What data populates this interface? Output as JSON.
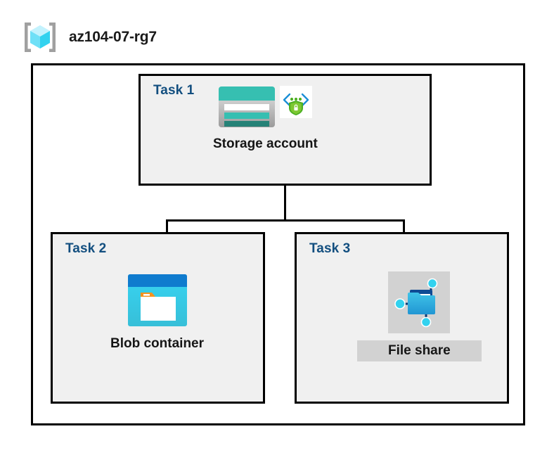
{
  "header": {
    "title": "az104-07-rg7",
    "icon": "resource-group-icon"
  },
  "diagram": {
    "type": "azure-architecture",
    "container": "resource-group",
    "tasks": [
      {
        "id": "task-1",
        "label": "Task 1",
        "node_caption": "Storage account",
        "icons": [
          "storage-account-icon",
          "secure-endpoint-shield-icon"
        ],
        "highlighted": false
      },
      {
        "id": "task-2",
        "label": "Task 2",
        "node_caption": "Blob container",
        "icons": [
          "blob-container-icon"
        ],
        "highlighted": false
      },
      {
        "id": "task-3",
        "label": "Task 3",
        "node_caption": "File share",
        "icons": [
          "file-share-icon"
        ],
        "highlighted": true
      }
    ],
    "connections": [
      {
        "from": "Storage account",
        "to": "Blob container"
      },
      {
        "from": "Storage account",
        "to": "File share"
      }
    ]
  },
  "colors": {
    "task_label": "#124e7f",
    "box_border": "#000000",
    "box_fill": "#f0f0f0",
    "page_background": "#ffffff",
    "highlight": "#d2d2d2",
    "storage_teal": "#36bfb1",
    "storage_teal_dark": "#258277",
    "blob_blue": "#0f7bce",
    "blob_cyan": "#32d2ef",
    "accent_orange": "#f7921e",
    "shield_green": "#4caf22",
    "cube_cyan": "#50e6ff",
    "bracket_gray": "#a0a0a0"
  }
}
